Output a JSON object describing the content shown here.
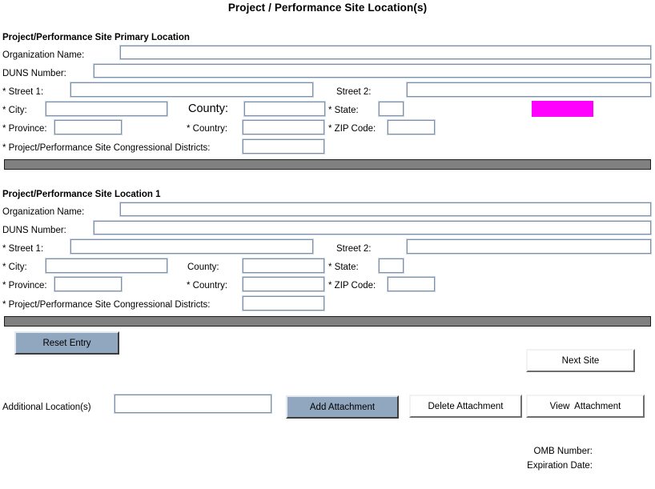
{
  "page": {
    "title": "Project / Performance Site Location(s)"
  },
  "sections": [
    {
      "heading": "Project/Performance Site Primary Location",
      "fields": {
        "organization_name": {
          "label": "Organization Name:",
          "value": "",
          "placeholder": ""
        },
        "duns_number": {
          "label": "DUNS Number:",
          "value": "",
          "placeholder": ""
        },
        "street1": {
          "label": "* Street 1:",
          "value": "",
          "placeholder": ""
        },
        "street2": {
          "label": "Street 2:",
          "value": "",
          "placeholder": ""
        },
        "city": {
          "label": "* City:",
          "value": "",
          "placeholder": ""
        },
        "county": {
          "label": "County:",
          "value": "",
          "placeholder": ""
        },
        "state": {
          "label": "* State:",
          "value": "",
          "placeholder": ""
        },
        "province": {
          "label": "* Province:",
          "value": "",
          "placeholder": ""
        },
        "country": {
          "label": "* Country:",
          "value": "",
          "placeholder": ""
        },
        "zip": {
          "label": "* ZIP Code:",
          "value": "",
          "placeholder": ""
        },
        "districts": {
          "label": "* Project/Performance Site Congressional Districts:",
          "value": "",
          "placeholder": ""
        }
      }
    },
    {
      "heading": "Project/Performance Site Location 1",
      "fields": {
        "organization_name": {
          "label": "Organization Name:",
          "value": "",
          "placeholder": ""
        },
        "duns_number": {
          "label": "DUNS Number:",
          "value": "",
          "placeholder": ""
        },
        "street1": {
          "label": "* Street 1:",
          "value": "",
          "placeholder": ""
        },
        "street2": {
          "label": "Street 2:",
          "value": "",
          "placeholder": ""
        },
        "city": {
          "label": "* City:",
          "value": "",
          "placeholder": ""
        },
        "county": {
          "label": "County:",
          "value": "",
          "placeholder": ""
        },
        "state": {
          "label": "* State:",
          "value": "",
          "placeholder": ""
        },
        "province": {
          "label": "* Province:",
          "value": "",
          "placeholder": ""
        },
        "country": {
          "label": "* Country:",
          "value": "",
          "placeholder": ""
        },
        "zip": {
          "label": "* ZIP Code:",
          "value": "",
          "placeholder": ""
        },
        "districts": {
          "label": "* Project/Performance Site Congressional Districts:",
          "value": "",
          "placeholder": ""
        }
      }
    }
  ],
  "actions": {
    "reset_entry": "Reset Entry",
    "next_site": "Next Site",
    "add_attachment": "Add Attachment",
    "delete_attachment": "Delete Attachment",
    "view_attachment": "View  Attachment"
  },
  "additional": {
    "label": "Additional Location(s)",
    "value": "",
    "placeholder": ""
  },
  "footer": {
    "omb_number_label": "OMB Number:",
    "omb_number_value": "",
    "expiration_date_label": "Expiration Date:",
    "expiration_date_value": ""
  },
  "colors": {
    "separator_bar": "#808080",
    "highlight_block": "#ff00ff",
    "button_primary": "#91a6bf",
    "field_border": "#7d91ab"
  }
}
